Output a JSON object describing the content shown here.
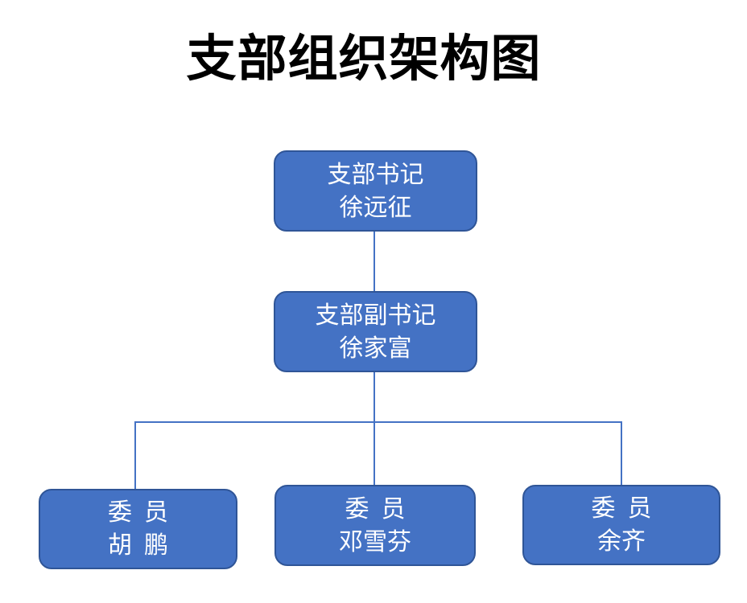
{
  "page": {
    "title": "支部组织架构图"
  },
  "colors": {
    "background": "#FFFFFF",
    "title_text": "#000000",
    "node_fill": "#4472C4",
    "node_border": "#2F5597",
    "node_text": "#FFFFFF",
    "connector": "#4472C4"
  },
  "org_chart": {
    "type": "org-chart",
    "nodes": [
      {
        "id": "secretary",
        "role": "支部书记",
        "name": "徐远征",
        "reports_to": null
      },
      {
        "id": "deputy-secretary",
        "role": "支部副书记",
        "name": "徐家富",
        "reports_to": "secretary"
      },
      {
        "id": "member-1",
        "role": "委  员",
        "name": "胡  鹏",
        "reports_to": "deputy-secretary"
      },
      {
        "id": "member-2",
        "role": "委  员",
        "name": "邓雪芬",
        "reports_to": "deputy-secretary"
      },
      {
        "id": "member-3",
        "role": "委  员",
        "name": "余齐",
        "reports_to": "deputy-secretary"
      }
    ]
  }
}
